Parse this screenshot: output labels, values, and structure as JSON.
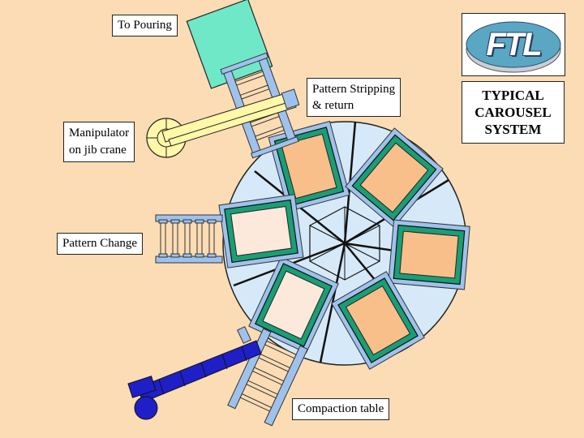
{
  "labels": {
    "to_pouring": "To Pouring",
    "pattern_stripping_line1": "Pattern Stripping",
    "pattern_stripping_line2": "& return",
    "manipulator_line1": "Manipulator",
    "manipulator_line2": "on jib crane",
    "pattern_change": "Pattern Change",
    "compaction_table": "Compaction table"
  },
  "title": {
    "line1": "TYPICAL",
    "line2": "CAROUSEL",
    "line3": "SYSTEM"
  },
  "logo": {
    "text": "FTL",
    "color_disc": "#5aa7c4",
    "color_ring": "#c9ced6"
  },
  "colors": {
    "background": "#fbdcb4",
    "carousel": "#d6e9f8",
    "station_frame": "#1a9e75",
    "pattern_orange": "#f9bf8a",
    "pattern_cream": "#fde9dc",
    "conveyor": "#9fc2ec",
    "pouring_box": "#6fe8c8",
    "manipulator_arm": "#fff8a8",
    "compaction_arm": "#1f1fc8"
  }
}
